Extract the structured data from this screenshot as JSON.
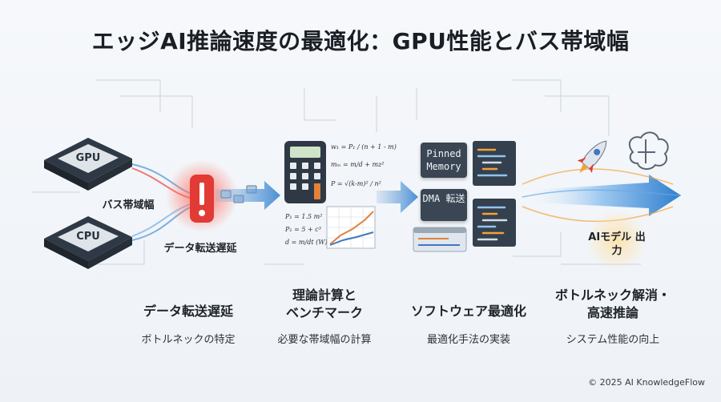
{
  "title": "エッジAI推論速度の最適化：GPU性能とバス帯域幅",
  "chips": {
    "gpu": "GPU",
    "cpu": "CPU"
  },
  "bus_label": "バス帯域幅",
  "bottleneck_label": "データ転送遅延",
  "memory_boxes": {
    "pinned": "Pinned Memory",
    "dma": "DMA 転送"
  },
  "output_label": "AIモデル 出力",
  "formulas": [
    "w₁ = P₁ / (n + 1 - m)",
    "mₘ = m/d + mz²",
    "P = √(k-m)² / n²",
    "P₁ = 1.5 m²",
    "P₁ = 5 + c³",
    "d = m/dt (W)"
  ],
  "stages": [
    {
      "heading": "データ転送遅延",
      "subtitle": "ボトルネックの特定"
    },
    {
      "heading": "理論計算と\nベンチマーク",
      "subtitle": "必要な帯域幅の計算"
    },
    {
      "heading": "ソフトウェア最適化",
      "subtitle": "最適化手法の実装"
    },
    {
      "heading": "ボトルネック解消・\n高速推論",
      "subtitle": "システム性能の向上"
    }
  ],
  "copyright": "© 2025 AI KnowledgeFlow",
  "colors": {
    "accent_blue": "#4a8fd6",
    "accent_red": "#e23a35",
    "accent_orange": "#f2a23a"
  }
}
